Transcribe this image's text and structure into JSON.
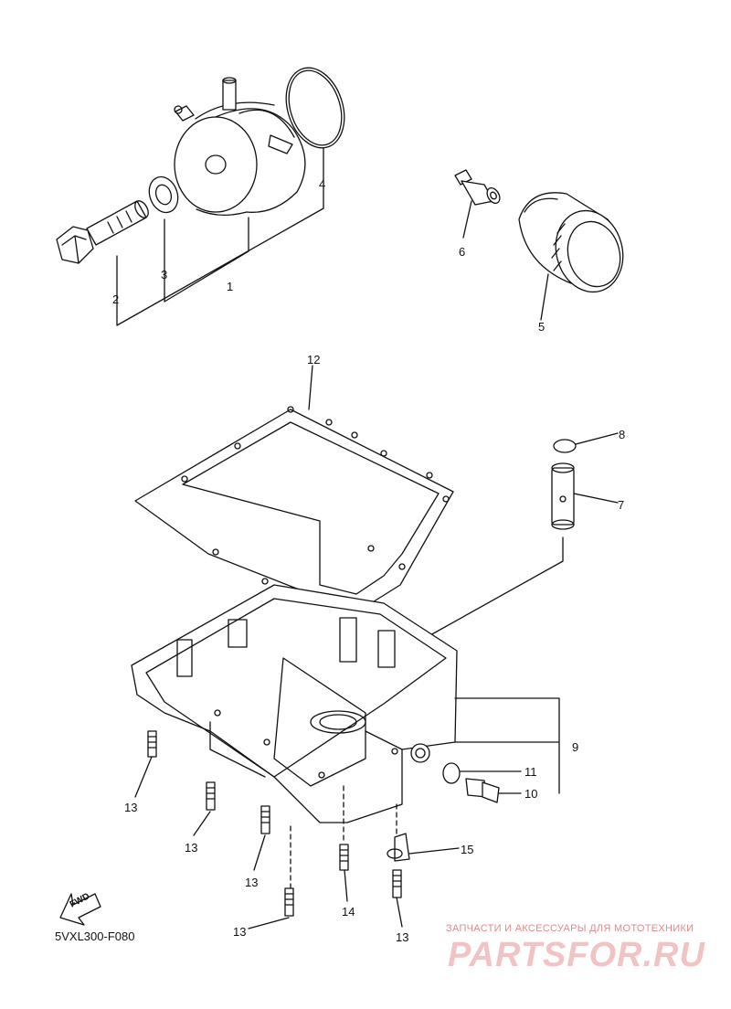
{
  "callouts": [
    {
      "id": "1",
      "text": "1"
    },
    {
      "id": "2",
      "text": "2"
    },
    {
      "id": "3",
      "text": "3"
    },
    {
      "id": "4",
      "text": "4"
    },
    {
      "id": "5",
      "text": "5"
    },
    {
      "id": "6",
      "text": "6"
    },
    {
      "id": "7",
      "text": "7"
    },
    {
      "id": "8",
      "text": "8"
    },
    {
      "id": "9",
      "text": "9"
    },
    {
      "id": "10",
      "text": "10"
    },
    {
      "id": "11",
      "text": "11"
    },
    {
      "id": "12",
      "text": "12"
    },
    {
      "id": "13",
      "text": "13"
    },
    {
      "id": "14",
      "text": "14"
    },
    {
      "id": "15",
      "text": "15"
    }
  ],
  "diagram_code": "5VXL300-F080",
  "fwd_label": "FWD",
  "watermark": {
    "tagline": "ЗАПЧАСТИ И АКСЕССУАРЫ ДЛЯ МОТОТЕХНИКИ",
    "site": "PARTSFOR.RU"
  },
  "colors": {
    "line": "#111111",
    "watermark": "#e28a8a"
  }
}
